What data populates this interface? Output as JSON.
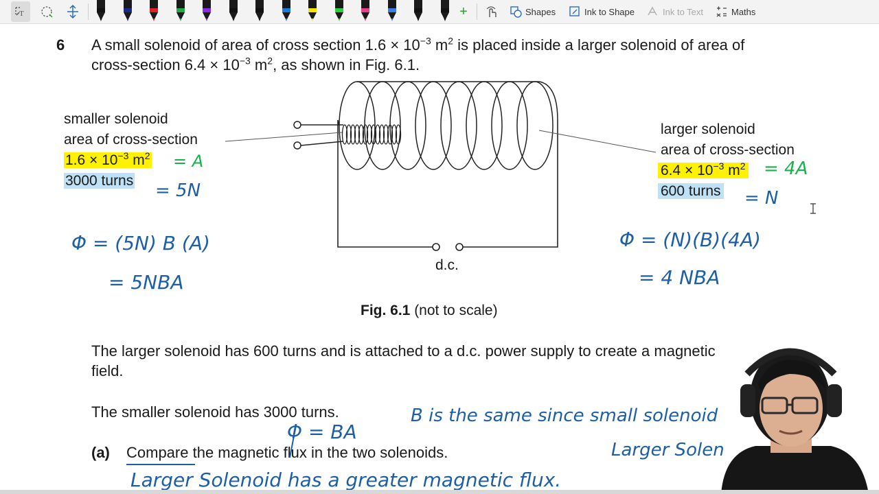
{
  "toolbar": {
    "tools": [
      {
        "name": "select-tool",
        "icon": "lasso-select-icon"
      },
      {
        "name": "lasso-tool",
        "icon": "lasso-icon"
      },
      {
        "name": "space-tool",
        "icon": "add-space-icon"
      }
    ],
    "pens": [
      "#111111",
      "#1b2a8a",
      "#e02020",
      "#22a845",
      "#8a2be2",
      "#111111",
      "#111111",
      "#1e7ad8",
      "#f5e400",
      "#2ecc40",
      "#e83e8c",
      "#3c7be8",
      "#111111",
      "#111111"
    ],
    "add_pen": "+",
    "shapes_label": "Shapes",
    "ink_to_shape_label": "Ink to Shape",
    "ink_to_text_label": "Ink to Text",
    "maths_label": "Maths"
  },
  "question": {
    "number": "6",
    "line1_a": "A small solenoid of area of cross section 1.6 × 10",
    "line1_sup1": "−3",
    "line1_b": " m",
    "line1_sup2": "2",
    "line1_c": " is placed inside a larger solenoid of area of",
    "line2_a": "cross-section 6.4 × 10",
    "line2_sup1": "−3",
    "line2_b": " m",
    "line2_sup2": "2",
    "line2_c": ", as shown in Fig. 6.1."
  },
  "figure": {
    "small_label_1": "smaller solenoid",
    "small_label_2": "area of cross-section",
    "small_area_a": "1.6 × 10",
    "small_area_sup": "−3",
    "small_area_b": " m",
    "small_area_sup2": "2",
    "small_turns": "3000 turns",
    "large_label_1": "larger solenoid",
    "large_label_2": "area of cross-section",
    "large_area_a": "6.4 × 10",
    "large_area_sup": "−3",
    "large_area_b": " m",
    "large_area_sup2": "2",
    "large_turns": "600 turns",
    "dc_label": "d.c.",
    "caption_bold": "Fig. 6.1",
    "caption_rest": " (not to scale)"
  },
  "paragraphs": {
    "p1_line1": "The larger solenoid has 600 turns and is attached to a d.c. power supply to create a magnetic",
    "p1_line2": "field.",
    "p2": "The smaller solenoid has 3000 turns.",
    "part_a_label": "(a)",
    "part_a_text": "Compare the magnetic flux in the two solenoids."
  },
  "annotations": {
    "small_area_eq": "= A",
    "small_turns_eq": "= 5N",
    "large_area_eq": "= 4A",
    "large_turns_eq": "= N",
    "phi_left_1": "Φ = (5N) B (A)",
    "phi_left_2": "= 5NBA",
    "phi_right_1": "Φ = (N)(B)(4A)",
    "phi_right_2": "= 4 NBA",
    "phi_ba": "Φ = BA",
    "b_same": "B is the same since small solenoid",
    "larger_solen": "Larger Solen",
    "answer_line": "Larger Solenoid has a greater magnetic flux."
  },
  "colors": {
    "highlight_yellow": "#fff200",
    "highlight_blue": "#bfe1f5",
    "ink_green": "#17b24a",
    "ink_blue": "#1d5fa6"
  }
}
